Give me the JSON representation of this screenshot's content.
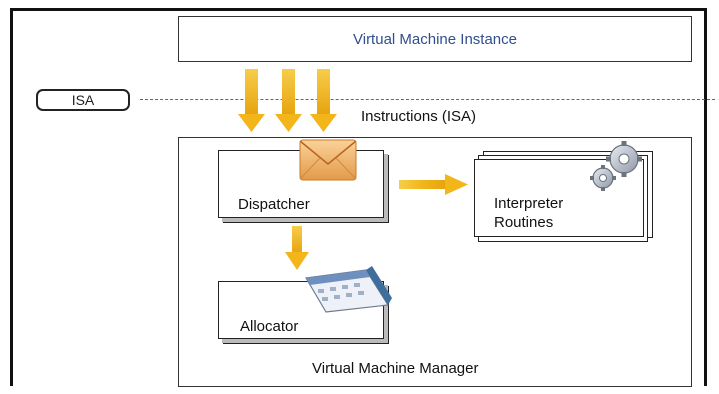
{
  "diagram": {
    "vm_instance_label": "Virtual Machine Instance",
    "isa_tag": "ISA",
    "instructions_label": "Instructions (ISA)",
    "dispatcher_label": "Dispatcher",
    "interpreter_label_line1": "Interpreter",
    "interpreter_label_line2": "Routines",
    "allocator_label": "Allocator",
    "vmm_label": "Virtual Machine Manager"
  },
  "icons": {
    "dispatcher": "envelope-icon",
    "interpreter": "gears-icon",
    "allocator": "calendar-icon"
  },
  "colors": {
    "arrow": "#f2b51a",
    "vm_instance_text": "#2f4f8f"
  }
}
